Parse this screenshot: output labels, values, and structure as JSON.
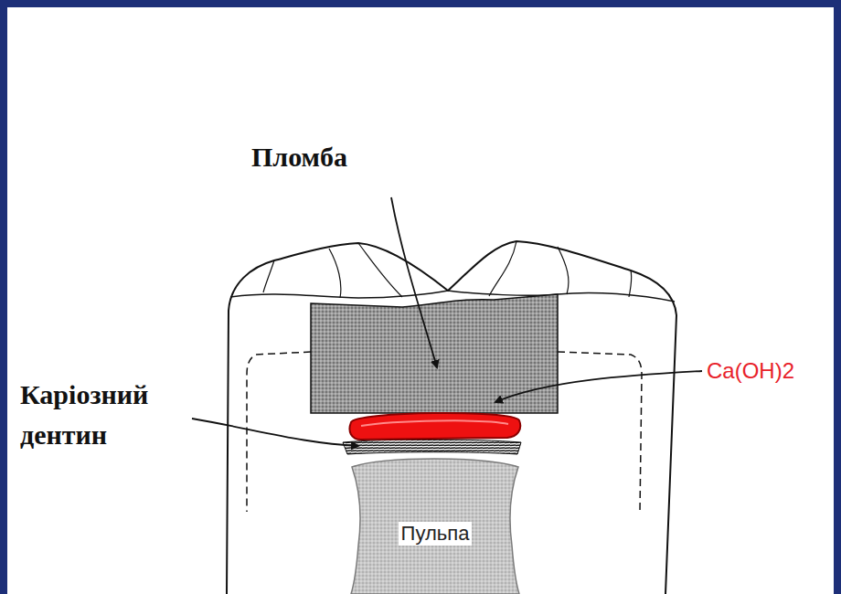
{
  "diagram": {
    "nodes": [
      {
        "text": [
          "Пульпа"
        ]
      }
    ],
    "labels": [
      "Пломба",
      "Ca(OH)2",
      "Каріозний дентин"
    ]
  }
}
